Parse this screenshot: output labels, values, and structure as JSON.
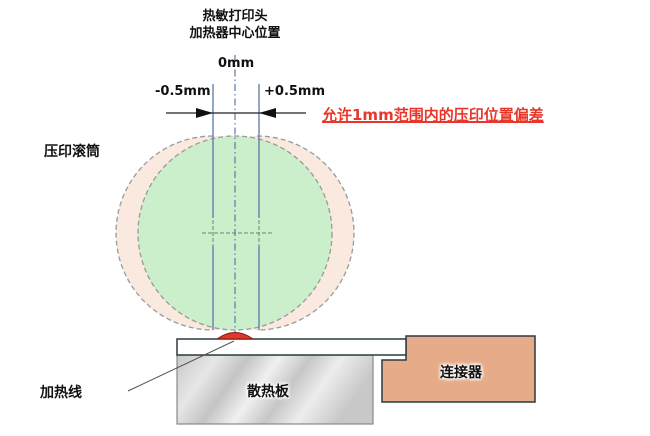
{
  "diagram": {
    "title_line1": "热敏打印头",
    "title_line2": "加热器中心位置",
    "center_label": "0mm",
    "left_offset_label": "-0.5mm",
    "right_offset_label": "+0.5mm",
    "tolerance_note": "允许1mm范围内的压印位置偏差",
    "roller_label": "压印滚筒",
    "heater_line_label": "加热线",
    "heatsink_label": "散热板",
    "connector_label": "连接器"
  },
  "colors": {
    "roller_nominal": "#cbeecb",
    "roller_shift": "#f9e9df",
    "heater": "#e2372a",
    "connector": "#e6ab88",
    "heatsink": "#cfcfcf",
    "guide_line": "#5b7aa6",
    "note": "#e8372a"
  }
}
